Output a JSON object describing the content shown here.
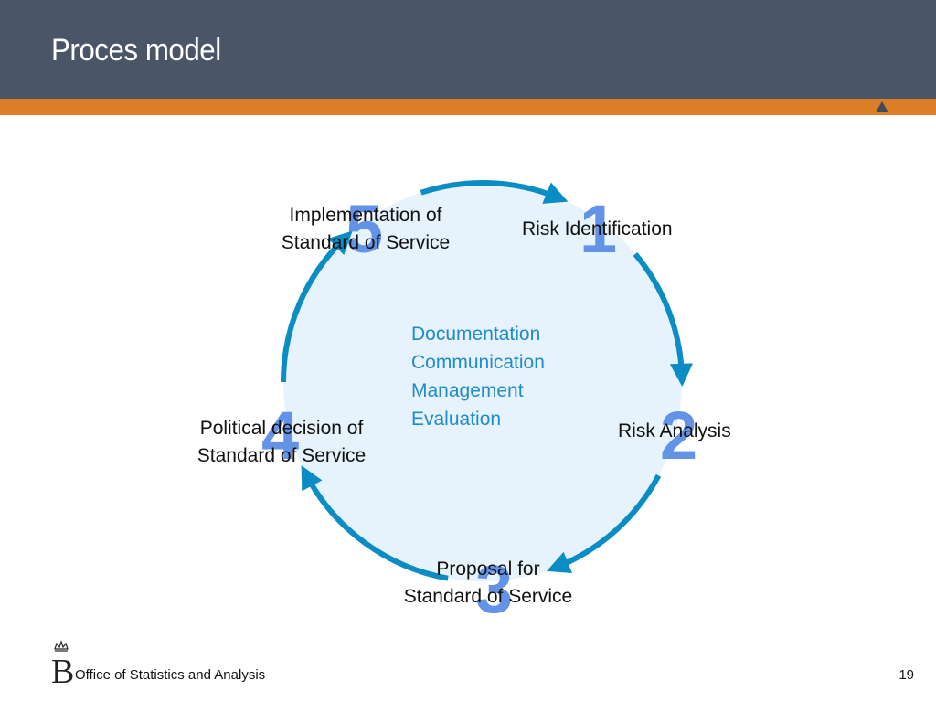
{
  "header": {
    "title": "Proces model"
  },
  "diagram": {
    "steps": [
      {
        "number": "1",
        "label_lines": [
          "Risk Identification"
        ]
      },
      {
        "number": "2",
        "label_lines": [
          "Risk Analysis"
        ]
      },
      {
        "number": "3",
        "label_lines": [
          "Proposal for",
          "Standard of Service"
        ]
      },
      {
        "number": "4",
        "label_lines": [
          "Political decision of",
          "Standard of Service"
        ]
      },
      {
        "number": "5",
        "label_lines": [
          "Implementation of",
          "Standard of Service"
        ]
      }
    ],
    "center_items": [
      "Documentation",
      "Communication",
      "Management",
      "Evaluation"
    ],
    "colors": {
      "circle_fill": "#e6f3fc",
      "arrow": "#0a8dc4",
      "number": "#5b8ee6",
      "center_text": "#1f8bc7"
    }
  },
  "footer": {
    "org": "Office of Statistics and Analysis",
    "page_number": "19"
  },
  "colors": {
    "header_bg": "#4a5568",
    "accent_bar": "#dc7e26"
  }
}
